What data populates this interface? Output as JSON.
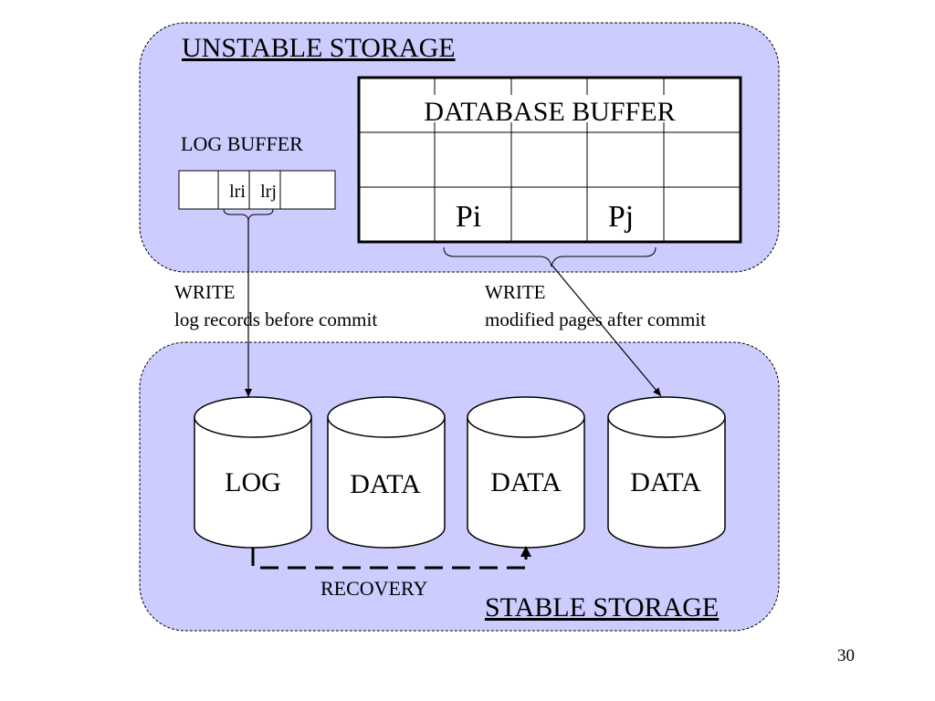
{
  "unstable_storage": {
    "title": "UNSTABLE STORAGE",
    "log_buffer": {
      "label": "LOG BUFFER",
      "cells": [
        "",
        "lri",
        "lrj",
        ""
      ]
    },
    "database_buffer": {
      "label": "DATABASE BUFFER",
      "rows": [
        [
          "",
          "",
          "",
          "",
          ""
        ],
        [
          "",
          "",
          "",
          "",
          ""
        ],
        [
          "",
          "Pi",
          "",
          "Pj",
          ""
        ]
      ]
    }
  },
  "arrows": {
    "log_write": {
      "line1": "WRITE",
      "line2": "log records before commit"
    },
    "data_write": {
      "line1": "WRITE",
      "line2": "modified pages after commit"
    }
  },
  "stable_storage": {
    "title": "STABLE STORAGE",
    "disks": [
      "LOG",
      "DATA",
      "DATA",
      "DATA"
    ],
    "recovery_label": "RECOVERY"
  },
  "slide_number": "30",
  "colors": {
    "region_fill": "#ccccff",
    "border": "#000000",
    "background": "#ffffff"
  }
}
